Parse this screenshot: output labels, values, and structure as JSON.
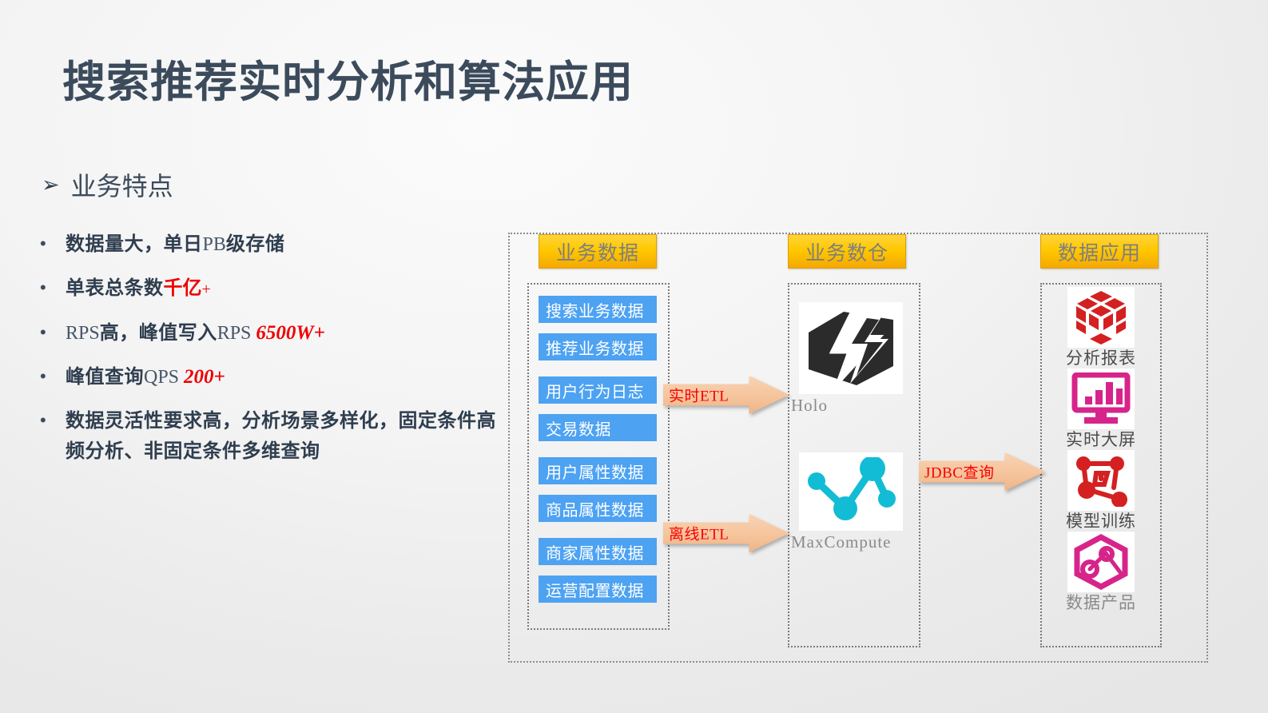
{
  "slide": {
    "title": "搜索推荐实时分析和算法应用",
    "subheading": {
      "marker": "➢",
      "text": "业务特点"
    }
  },
  "bullets": [
    {
      "dot": "•",
      "parts": [
        {
          "text": "数据量大，单日",
          "style": "cjk-b"
        },
        {
          "text": "PB",
          "style": "lat-s"
        },
        {
          "text": "级存储",
          "style": "cjk-b"
        }
      ]
    },
    {
      "dot": "•",
      "parts": [
        {
          "text": "单表总条数",
          "style": "cjk-b"
        },
        {
          "text": "千亿",
          "style": "red-b"
        },
        {
          "text": "+",
          "style": "red-sup"
        }
      ]
    },
    {
      "dot": "•",
      "parts": [
        {
          "text": "RPS",
          "style": "lat-s"
        },
        {
          "text": "高，峰值写入",
          "style": "cjk-b"
        },
        {
          "text": "RPS",
          "style": "lat-s"
        },
        {
          "text": "  ",
          "style": "lat-s"
        },
        {
          "text": "6500W+",
          "style": "red-i"
        }
      ]
    },
    {
      "dot": "•",
      "parts": [
        {
          "text": "峰值查询",
          "style": "cjk-b"
        },
        {
          "text": "QPS",
          "style": "lat-s"
        },
        {
          "text": "  ",
          "style": "lat-s"
        },
        {
          "text": "200+",
          "style": "red-i"
        }
      ]
    },
    {
      "dot": "•",
      "parts": [
        {
          "text": "数据灵活性要求高，分析场景多样化，固定条件高频分析、非固定条件多维查询",
          "style": "cjk-b"
        }
      ]
    }
  ],
  "diagram": {
    "columns": {
      "sources": {
        "header": "业务数据",
        "items": [
          "搜索业务数据",
          "推荐业务数据",
          "用户行为日志",
          "交易数据",
          "用户属性数据",
          "商品属性数据",
          "商家属性数据",
          "运营配置数据"
        ]
      },
      "warehouse": {
        "header": "业务数仓",
        "items": [
          {
            "label": "Holo",
            "icon": "holo-logo-icon"
          },
          {
            "label": "MaxCompute",
            "icon": "maxcompute-logo-icon"
          }
        ]
      },
      "applications": {
        "header": "数据应用",
        "items": [
          {
            "label": "分析报表",
            "icon": "cube-report-icon"
          },
          {
            "label": "实时大屏",
            "icon": "monitor-chart-icon"
          },
          {
            "label": "模型训练",
            "icon": "graph-network-icon"
          },
          {
            "label": "数据产品",
            "icon": "hexagon-analytics-icon"
          }
        ]
      }
    },
    "arrows": [
      {
        "id": "realtime-etl",
        "label": "实时ETL"
      },
      {
        "id": "offline-etl",
        "label": "离线ETL"
      },
      {
        "id": "jdbc-query",
        "label": "JDBC查询"
      }
    ]
  },
  "colors": {
    "header_yellow": "#ffc800",
    "source_blue": "#4da2f2",
    "arrow_peach": "#f5c49c",
    "arrow_label_red": "#fa0000",
    "accent_red": "#ef0000",
    "title_slate": "#3c4b5c",
    "report_red": "#d42020",
    "screen_magenta": "#d6248a",
    "maxcompute_cyan": "#12bcd4"
  }
}
